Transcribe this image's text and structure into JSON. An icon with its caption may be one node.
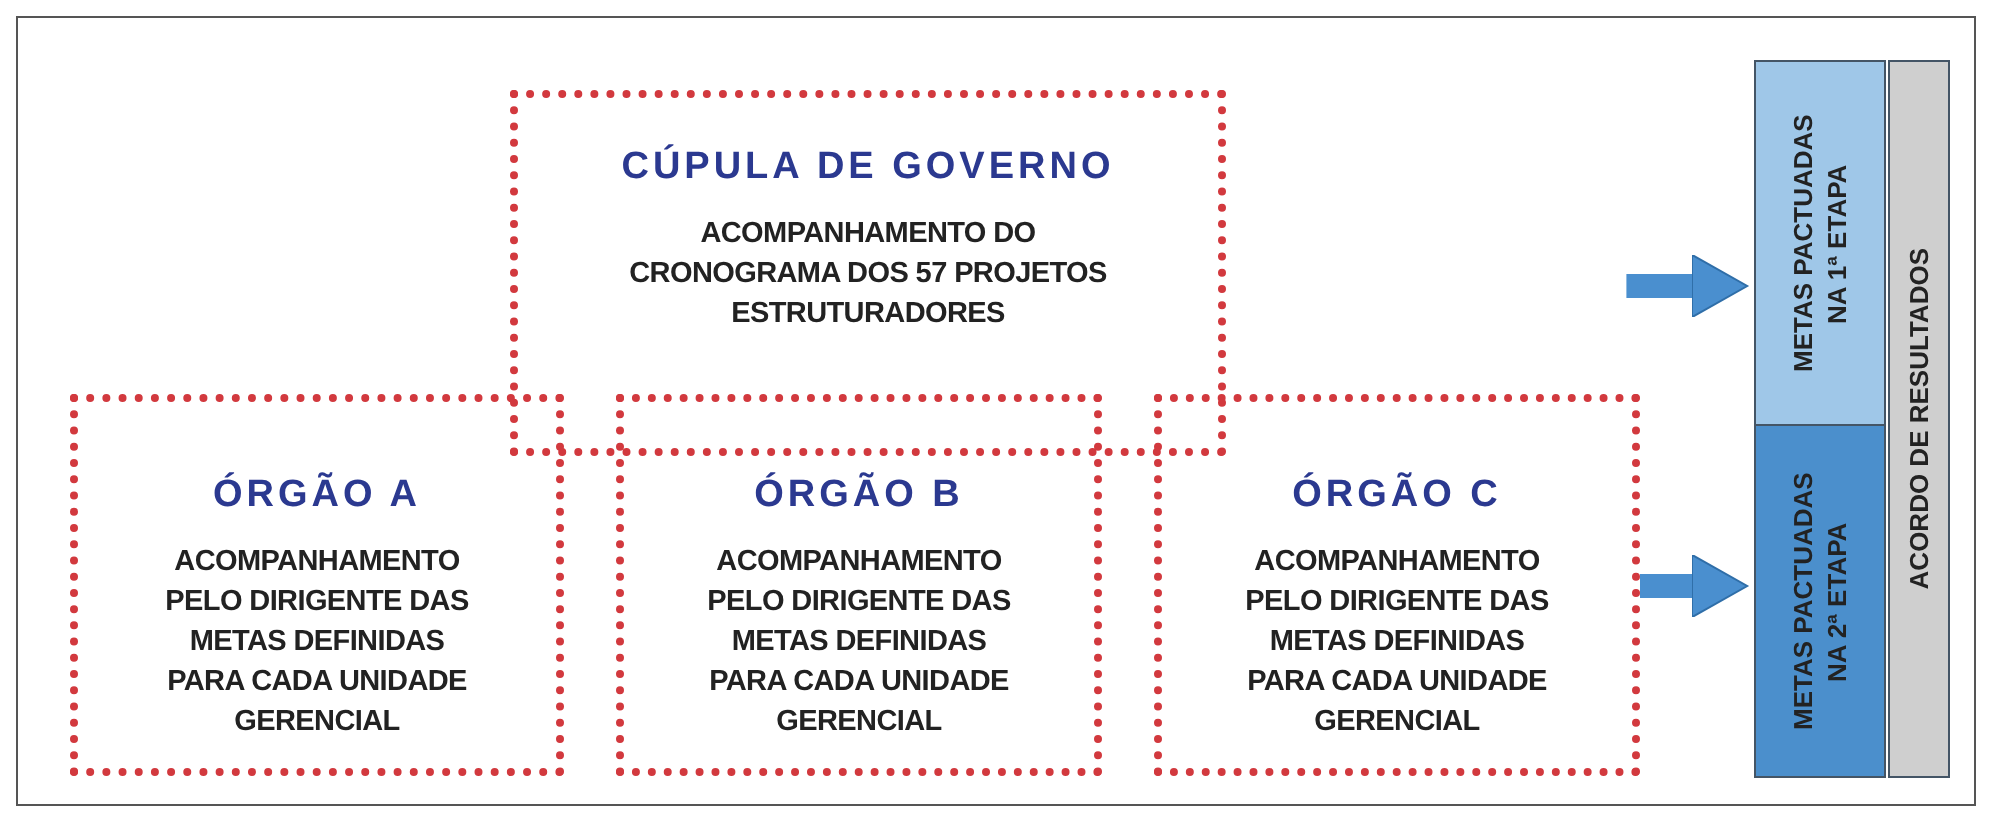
{
  "diagram": {
    "nodes": [
      {
        "text": [
          "CÚPULA DE GOVERNO",
          "ACOMPANHAMENTO DO CRONOGRAMA DOS 57 PROJETOS ESTRUTURADORES"
        ]
      },
      {
        "text": [
          "ÓRGÃO A",
          "ACOMPANHAMENTO PELO DIRIGENTE DAS METAS DEFINIDAS PARA CADA UNIDADE GERENCIAL"
        ]
      },
      {
        "text": [
          "ÓRGÃO B",
          "ACOMPANHAMENTO PELO DIRIGENTE DAS METAS DEFINIDAS PARA CADA UNIDADE GERENCIAL"
        ]
      },
      {
        "text": [
          "ÓRGÃO C",
          "ACOMPANHAMENTO PELO DIRIGENTE DAS METAS DEFINIDAS PARA CADA UNIDADE GERENCIAL"
        ]
      },
      {
        "text": [
          "METAS PACTUADAS NA 1ª ETAPA"
        ]
      },
      {
        "text": [
          "METAS PACTUADAS NA 2ª ETAPA"
        ]
      },
      {
        "text": [
          "ACORDO DE RESULTADOS"
        ]
      }
    ],
    "edges": [
      {
        "from": null,
        "to": 4,
        "arrow": "to"
      },
      {
        "from": 3,
        "to": 5,
        "arrow": "to"
      }
    ]
  }
}
